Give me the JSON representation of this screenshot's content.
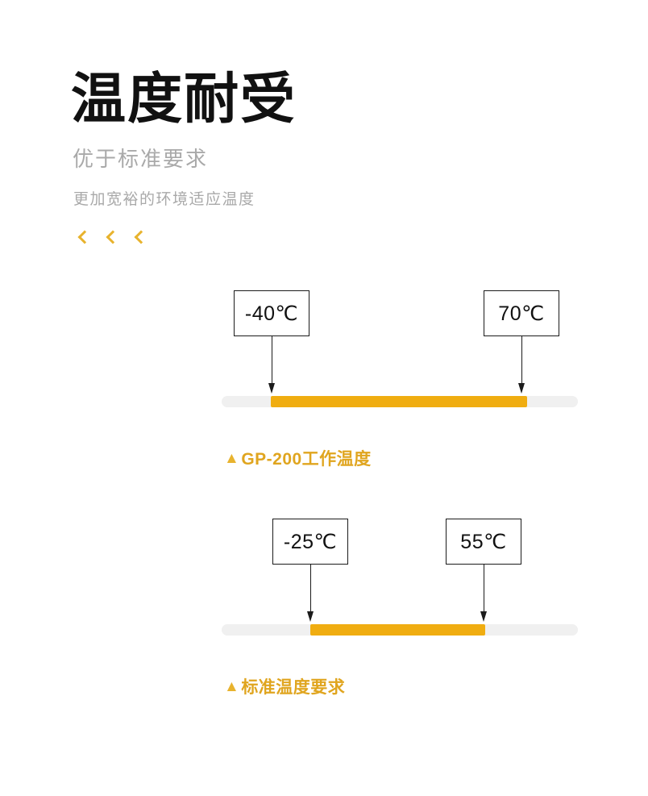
{
  "header": {
    "title": "温度耐受",
    "subtitle": "优于标准要求",
    "subtitle2": "更加宽裕的环境适应温度",
    "chevron_icon": "chevron-left-icon",
    "chevron_count": 3
  },
  "colors": {
    "bar_fill": "#f0ad11",
    "bar_track": "#f0f0f0",
    "accent": "#e0a51f",
    "chevron": "#e8b32e",
    "title": "#111111",
    "subtitle": "#a9a9a9",
    "marker_border": "#1b1b1b"
  },
  "chart_data": {
    "type": "bar",
    "title": "温度耐受",
    "subtitle": "优于标准要求",
    "xlabel": "",
    "ylabel": "",
    "xlim": [
      -70,
      100
    ],
    "unit": "℃",
    "orientation": "horizontal-range",
    "grid": false,
    "legend": "none",
    "series": [
      {
        "name": "GP-200工作温度",
        "caption": "▲GP-200工作温度",
        "caption_marker": "▲",
        "caption_text": "GP-200工作温度",
        "min_label": "-40℃",
        "max_label": "70℃",
        "min_value": -40,
        "max_value": 70,
        "range_span": 110
      },
      {
        "name": "标准温度要求",
        "caption": "▲标准温度要求",
        "caption_marker": "▲",
        "caption_text": "标准温度要求",
        "min_label": "-25℃",
        "max_label": "55℃",
        "min_value": -25,
        "max_value": 55,
        "range_span": 80
      }
    ]
  }
}
